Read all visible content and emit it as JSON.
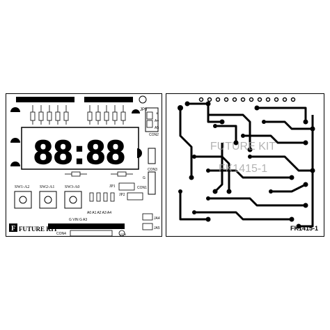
{
  "silkscreen": {
    "display_digits": "88:88",
    "labels": {
      "sw1": "SW1-A2",
      "sw2": "SW2-A1",
      "sw3": "SW3-A0",
      "jp1": "JP1",
      "jp2": "JP2",
      "jp3": "JP3",
      "con1": "CON1",
      "con2": "CON2",
      "con3": "CON3",
      "con4": "CON4",
      "ja4": "JA4",
      "ja5": "JA5",
      "led5": "LED5",
      "a4": "A4",
      "a5": "A5",
      "g": "G",
      "plus": "+",
      "bottom_header": "G VIN G A3",
      "analog_row": "A0 A1 A2 A3 A4",
      "brand": "FUTURE KIT",
      "logo_letter": "F"
    }
  },
  "copper": {
    "watermark_line1": "FUTURE KIT",
    "watermark_line2": "FK1415-1",
    "part_number": "FK1415-1"
  }
}
